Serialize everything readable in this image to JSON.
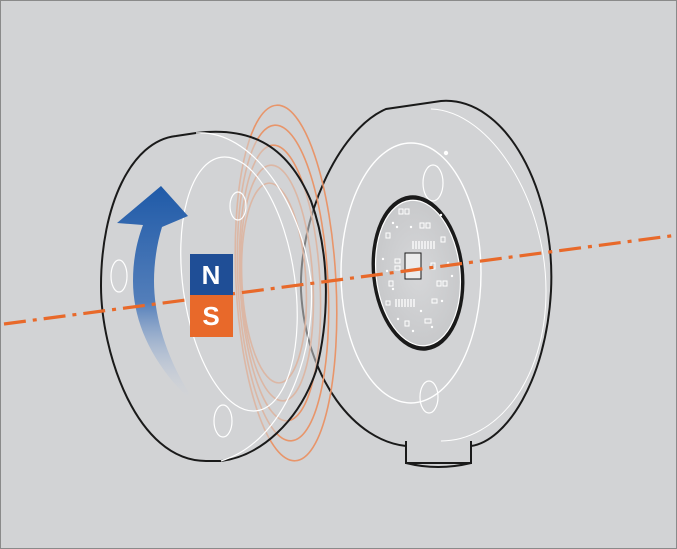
{
  "magnet": {
    "north_label": "N",
    "south_label": "S",
    "north_color": "#1f4e96",
    "south_color": "#e8692a"
  },
  "colors": {
    "background": "#d2d3d5",
    "outline": "#1a1a1a",
    "field_lines": "#e8956a",
    "axis": "#e8692a",
    "rotation_arrow": "#1f5aa8"
  },
  "icons": {
    "rotation": "rotation-arrow-icon",
    "axis": "rotation-axis-line"
  }
}
